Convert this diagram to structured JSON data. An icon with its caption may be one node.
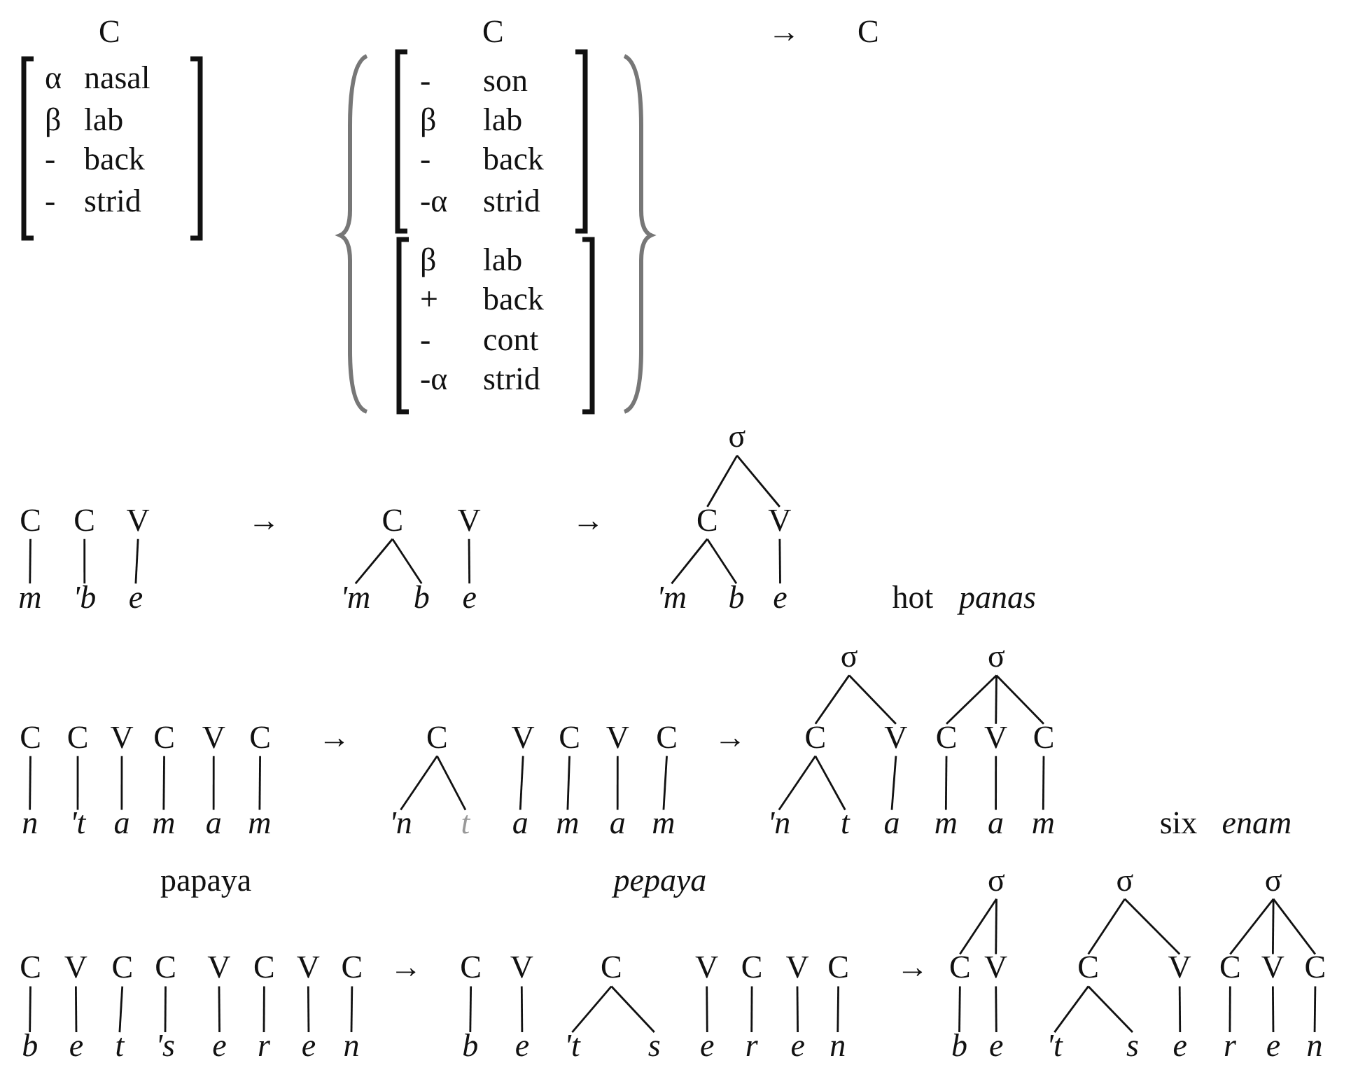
{
  "diagram": {
    "nodes": [
      {
        "text": [
          "C"
        ]
      },
      {
        "text": [
          "C"
        ]
      },
      {
        "text": [
          "V"
        ]
      },
      {
        "text": [
          "m"
        ]
      },
      {
        "text": [
          "'b"
        ]
      },
      {
        "text": [
          "e"
        ]
      },
      {
        "text": [
          "C"
        ]
      },
      {
        "text": [
          "V"
        ]
      },
      {
        "text": [
          "'m"
        ]
      },
      {
        "text": [
          "b"
        ]
      },
      {
        "text": [
          "e"
        ]
      },
      {
        "text": [
          "σ"
        ]
      },
      {
        "text": [
          "C"
        ]
      },
      {
        "text": [
          "V"
        ]
      },
      {
        "text": [
          "'m"
        ]
      },
      {
        "text": [
          "b"
        ]
      },
      {
        "text": [
          "e"
        ]
      },
      {
        "text": [
          "C"
        ]
      },
      {
        "text": [
          "C"
        ]
      },
      {
        "text": [
          "V"
        ]
      },
      {
        "text": [
          "C"
        ]
      },
      {
        "text": [
          "V"
        ]
      },
      {
        "text": [
          "C"
        ]
      },
      {
        "text": [
          "n"
        ]
      },
      {
        "text": [
          "'t"
        ]
      },
      {
        "text": [
          "a"
        ]
      },
      {
        "text": [
          "m"
        ]
      },
      {
        "text": [
          "a"
        ]
      },
      {
        "text": [
          "m"
        ]
      },
      {
        "text": [
          "C"
        ]
      },
      {
        "text": [
          "V"
        ]
      },
      {
        "text": [
          "C"
        ]
      },
      {
        "text": [
          "V"
        ]
      },
      {
        "text": [
          "C"
        ]
      },
      {
        "text": [
          "'n"
        ]
      },
      {
        "text": [
          "t"
        ]
      },
      {
        "text": [
          "a"
        ]
      },
      {
        "text": [
          "m"
        ]
      },
      {
        "text": [
          "a"
        ]
      },
      {
        "text": [
          "m"
        ]
      },
      {
        "text": [
          "σ"
        ]
      },
      {
        "text": [
          "σ"
        ]
      },
      {
        "text": [
          "C"
        ]
      },
      {
        "text": [
          "V"
        ]
      },
      {
        "text": [
          "C"
        ]
      },
      {
        "text": [
          "V"
        ]
      },
      {
        "text": [
          "C"
        ]
      },
      {
        "text": [
          "'n"
        ]
      },
      {
        "text": [
          "t"
        ]
      },
      {
        "text": [
          "a"
        ]
      },
      {
        "text": [
          "m"
        ]
      },
      {
        "text": [
          "a"
        ]
      },
      {
        "text": [
          "m"
        ]
      },
      {
        "text": [
          "C"
        ]
      },
      {
        "text": [
          "V"
        ]
      },
      {
        "text": [
          "C"
        ]
      },
      {
        "text": [
          "C"
        ]
      },
      {
        "text": [
          "V"
        ]
      },
      {
        "text": [
          "C"
        ]
      },
      {
        "text": [
          "V"
        ]
      },
      {
        "text": [
          "C"
        ]
      },
      {
        "text": [
          "b"
        ]
      },
      {
        "text": [
          "e"
        ]
      },
      {
        "text": [
          "t"
        ]
      },
      {
        "text": [
          "'s"
        ]
      },
      {
        "text": [
          "e"
        ]
      },
      {
        "text": [
          "r"
        ]
      },
      {
        "text": [
          "e"
        ]
      },
      {
        "text": [
          "n"
        ]
      },
      {
        "text": [
          "C"
        ]
      },
      {
        "text": [
          "V"
        ]
      },
      {
        "text": [
          "C"
        ]
      },
      {
        "text": [
          "V"
        ]
      },
      {
        "text": [
          "C"
        ]
      },
      {
        "text": [
          "V"
        ]
      },
      {
        "text": [
          "C"
        ]
      },
      {
        "text": [
          "b"
        ]
      },
      {
        "text": [
          "e"
        ]
      },
      {
        "text": [
          "'t"
        ]
      },
      {
        "text": [
          "s"
        ]
      },
      {
        "text": [
          "e"
        ]
      },
      {
        "text": [
          "r"
        ]
      },
      {
        "text": [
          "e"
        ]
      },
      {
        "text": [
          "n"
        ]
      },
      {
        "text": [
          "σ"
        ]
      },
      {
        "text": [
          "σ"
        ]
      },
      {
        "text": [
          "σ"
        ]
      },
      {
        "text": [
          "C"
        ]
      },
      {
        "text": [
          "V"
        ]
      },
      {
        "text": [
          "C"
        ]
      },
      {
        "text": [
          "V"
        ]
      },
      {
        "text": [
          "C"
        ]
      },
      {
        "text": [
          "V"
        ]
      },
      {
        "text": [
          "C"
        ]
      },
      {
        "text": [
          "b"
        ]
      },
      {
        "text": [
          "e"
        ]
      },
      {
        "text": [
          "'t"
        ]
      },
      {
        "text": [
          "s"
        ]
      },
      {
        "text": [
          "e"
        ]
      },
      {
        "text": [
          "r"
        ]
      },
      {
        "text": [
          "e"
        ]
      },
      {
        "text": [
          "n"
        ]
      }
    ],
    "edges": [
      {
        "from": 0,
        "to": 3,
        "arrow": "none"
      },
      {
        "from": 1,
        "to": 4,
        "arrow": "none"
      },
      {
        "from": 2,
        "to": 5,
        "arrow": "none"
      },
      {
        "from": 6,
        "to": 8,
        "arrow": "none"
      },
      {
        "from": 6,
        "to": 9,
        "arrow": "none"
      },
      {
        "from": 7,
        "to": 10,
        "arrow": "none"
      },
      {
        "from": 11,
        "to": 12,
        "arrow": "none"
      },
      {
        "from": 11,
        "to": 13,
        "arrow": "none"
      },
      {
        "from": 12,
        "to": 14,
        "arrow": "none"
      },
      {
        "from": 12,
        "to": 15,
        "arrow": "none"
      },
      {
        "from": 13,
        "to": 16,
        "arrow": "none"
      },
      {
        "from": 17,
        "to": 23,
        "arrow": "none"
      },
      {
        "from": 18,
        "to": 24,
        "arrow": "none"
      },
      {
        "from": 19,
        "to": 25,
        "arrow": "none"
      },
      {
        "from": 20,
        "to": 26,
        "arrow": "none"
      },
      {
        "from": 21,
        "to": 27,
        "arrow": "none"
      },
      {
        "from": 22,
        "to": 28,
        "arrow": "none"
      },
      {
        "from": 29,
        "to": 34,
        "arrow": "none"
      },
      {
        "from": 29,
        "to": 35,
        "arrow": "none"
      },
      {
        "from": 30,
        "to": 36,
        "arrow": "none"
      },
      {
        "from": 31,
        "to": 37,
        "arrow": "none"
      },
      {
        "from": 32,
        "to": 38,
        "arrow": "none"
      },
      {
        "from": 33,
        "to": 39,
        "arrow": "none"
      },
      {
        "from": 40,
        "to": 42,
        "arrow": "none"
      },
      {
        "from": 40,
        "to": 43,
        "arrow": "none"
      },
      {
        "from": 41,
        "to": 44,
        "arrow": "none"
      },
      {
        "from": 41,
        "to": 45,
        "arrow": "none"
      },
      {
        "from": 41,
        "to": 46,
        "arrow": "none"
      },
      {
        "from": 42,
        "to": 47,
        "arrow": "none"
      },
      {
        "from": 42,
        "to": 48,
        "arrow": "none"
      },
      {
        "from": 43,
        "to": 49,
        "arrow": "none"
      },
      {
        "from": 44,
        "to": 50,
        "arrow": "none"
      },
      {
        "from": 45,
        "to": 51,
        "arrow": "none"
      },
      {
        "from": 46,
        "to": 52,
        "arrow": "none"
      },
      {
        "from": 53,
        "to": 61,
        "arrow": "none"
      },
      {
        "from": 54,
        "to": 62,
        "arrow": "none"
      },
      {
        "from": 55,
        "to": 63,
        "arrow": "none"
      },
      {
        "from": 56,
        "to": 64,
        "arrow": "none"
      },
      {
        "from": 57,
        "to": 65,
        "arrow": "none"
      },
      {
        "from": 58,
        "to": 66,
        "arrow": "none"
      },
      {
        "from": 59,
        "to": 67,
        "arrow": "none"
      },
      {
        "from": 60,
        "to": 68,
        "arrow": "none"
      },
      {
        "from": 69,
        "to": 76,
        "arrow": "none"
      },
      {
        "from": 70,
        "to": 77,
        "arrow": "none"
      },
      {
        "from": 71,
        "to": 78,
        "arrow": "none"
      },
      {
        "from": 71,
        "to": 79,
        "arrow": "none"
      },
      {
        "from": 72,
        "to": 80,
        "arrow": "none"
      },
      {
        "from": 73,
        "to": 81,
        "arrow": "none"
      },
      {
        "from": 74,
        "to": 82,
        "arrow": "none"
      },
      {
        "from": 75,
        "to": 83,
        "arrow": "none"
      },
      {
        "from": 84,
        "to": 87,
        "arrow": "none"
      },
      {
        "from": 84,
        "to": 88,
        "arrow": "none"
      },
      {
        "from": 85,
        "to": 89,
        "arrow": "none"
      },
      {
        "from": 85,
        "to": 90,
        "arrow": "none"
      },
      {
        "from": 86,
        "to": 91,
        "arrow": "none"
      },
      {
        "from": 86,
        "to": 92,
        "arrow": "none"
      },
      {
        "from": 86,
        "to": 93,
        "arrow": "none"
      },
      {
        "from": 87,
        "to": 94,
        "arrow": "none"
      },
      {
        "from": 88,
        "to": 95,
        "arrow": "none"
      },
      {
        "from": 89,
        "to": 96,
        "arrow": "none"
      },
      {
        "from": 89,
        "to": 97,
        "arrow": "none"
      },
      {
        "from": 90,
        "to": 98,
        "arrow": "none"
      },
      {
        "from": 91,
        "to": 99,
        "arrow": "none"
      },
      {
        "from": 92,
        "to": 100,
        "arrow": "none"
      },
      {
        "from": 93,
        "to": 101,
        "arrow": "none"
      }
    ],
    "labels": [
      "C",
      "C",
      "→",
      "C",
      "α",
      "nasal",
      "β",
      "lab",
      "-",
      "back",
      "-",
      "strid",
      "-",
      "son",
      "β",
      "lab",
      "-",
      "back",
      "-α",
      "strid",
      "β",
      "lab",
      "+",
      "back",
      "-",
      "cont",
      "-α",
      "strid",
      "→",
      "→",
      "hot",
      "panas",
      "→",
      "→",
      "six",
      "enam",
      "papaya",
      "pepaya",
      "→",
      "→"
    ]
  }
}
